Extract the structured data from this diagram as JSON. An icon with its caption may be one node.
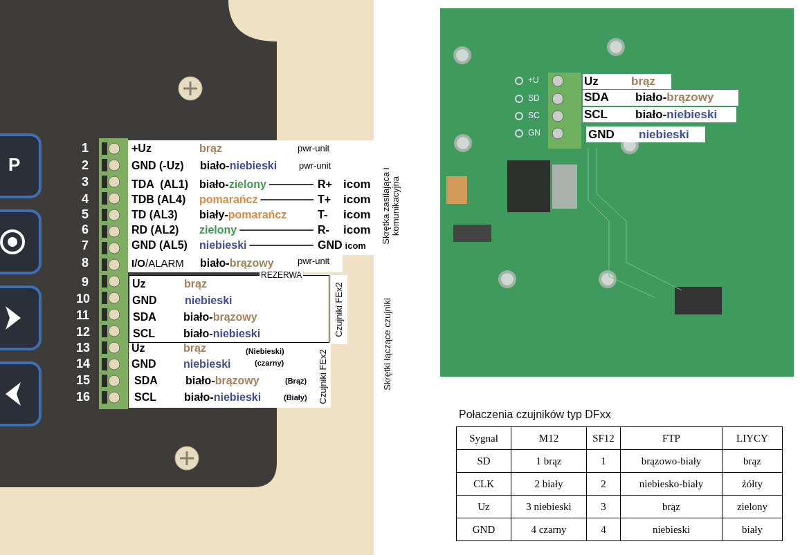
{
  "diagram": {
    "nodes": [
      {
        "text": [
          "TDA  (AL1)",
          "biało-zielony"
        ]
      },
      {
        "text": [
          "R+",
          "icom"
        ]
      },
      {
        "text": [
          "TDB (AL4)",
          "pomarańcz"
        ]
      },
      {
        "text": [
          "T+",
          "icom"
        ]
      },
      {
        "text": [
          "TD (AL3)",
          "biały-pomarańcz"
        ]
      },
      {
        "text": [
          "T-",
          "icom"
        ]
      },
      {
        "text": [
          "RD (AL2)",
          "zielony"
        ]
      },
      {
        "text": [
          "R-",
          "icom"
        ]
      },
      {
        "text": [
          "GND (AL5)",
          "niebieski"
        ]
      },
      {
        "text": [
          "GND",
          "icom"
        ]
      },
      {
        "text": [
          "REZERWA",
          "Uz",
          "brąz",
          "GND",
          "niebieski",
          "SDA",
          "biało-brązowy",
          "SCL",
          "biało-niebieski"
        ]
      }
    ],
    "edges": [
      {
        "from": 0,
        "to": 1,
        "arrow": "none"
      },
      {
        "from": 2,
        "to": 3,
        "arrow": "none"
      },
      {
        "from": 6,
        "to": 7,
        "arrow": "none"
      },
      {
        "from": 8,
        "to": 9,
        "arrow": "none"
      }
    ],
    "labels": [
      "1",
      "+Uz",
      "brąz",
      "pwr-unit",
      "2",
      "GND (-Uz)",
      "biało-niebieski",
      "pwr-unit",
      "3",
      "4",
      "5",
      "6",
      "7",
      "8",
      "**I/O**/ALARM",
      "biało-brązowy",
      "pwr-unit",
      "9",
      "10",
      "11",
      "12",
      "13",
      "Uz",
      "brąz",
      "(Niebieski)",
      "14",
      "GND",
      "niebieski",
      "(czarny)",
      "15",
      "SDA",
      "biało-brązowy",
      "(Brąz)",
      "16",
      "SCL",
      "biało-niebieski",
      "(Biały)",
      "Czujniki FEx2",
      "Czujniki FEx2",
      "Skrętka zasilająca i komunikacyjna",
      "Skrętki łączące czujniki",
      "P",
      "+U",
      "SD",
      "SC",
      "GN",
      "Uz",
      "brąz",
      "SDA",
      "biało-brązowy",
      "SCL",
      "biało-niebieski",
      "GND",
      "niebieski",
      "Połaczenia czujników typ DFxx",
      "Sygnał",
      "M12",
      "SF12",
      "FTP",
      "LIYCY",
      "SD",
      "1 brąz",
      "1",
      "brązowo-biały",
      "brąz",
      "CLK",
      "2 biały",
      "2",
      "niebiesko-biały",
      "żółty",
      "Uz",
      "3 niebieski",
      "3",
      "brąz",
      "zielony",
      "GND",
      "4 czarny",
      "4",
      "niebieski",
      "biały"
    ]
  }
}
